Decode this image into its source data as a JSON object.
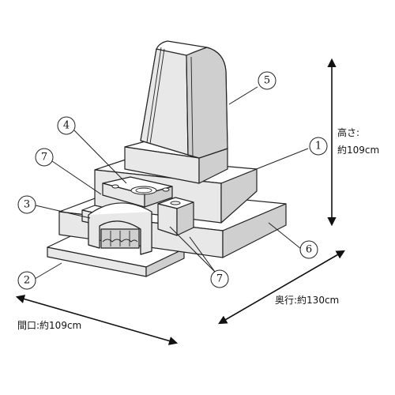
{
  "callouts": {
    "c1": "1",
    "c2": "2",
    "c3": "3",
    "c4": "4",
    "c5": "5",
    "c6": "6",
    "c7a": "7",
    "c7b": "7"
  },
  "dimensions": {
    "height_label": "高さ:",
    "height_value": "約109cm",
    "depth": "奥行:約130cm",
    "frontage": "間口:約109cm"
  }
}
